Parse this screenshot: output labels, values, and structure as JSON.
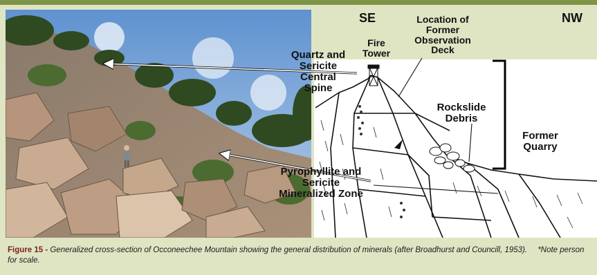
{
  "labels": {
    "se": "SE",
    "nw": "NW",
    "fire_tower": "Fire Tower",
    "observation_deck": "Location of Former Observation Deck",
    "quartz_spine": "Quartz and Sericite Central Spine",
    "rockslide": "Rockslide Debris",
    "former_quarry": "Former Quarry",
    "mineralized_zone": "Pyrophyllite and Sericite Mineralized Zone"
  },
  "caption": {
    "figure_label": "Figure 15 -",
    "text": "Generalized cross-section of Occoneechee Mountain showing the general distribution of minerals (after Broadhurst and Councill, 1953).",
    "note": "*Note person for scale."
  },
  "colors": {
    "background": "#dfe5c3",
    "top_bar": "#7e9446",
    "figure_label": "#7b1f1f",
    "sky": "#7fa9d8",
    "rock": "#b5987e",
    "foliage": "#3e5b2a"
  }
}
